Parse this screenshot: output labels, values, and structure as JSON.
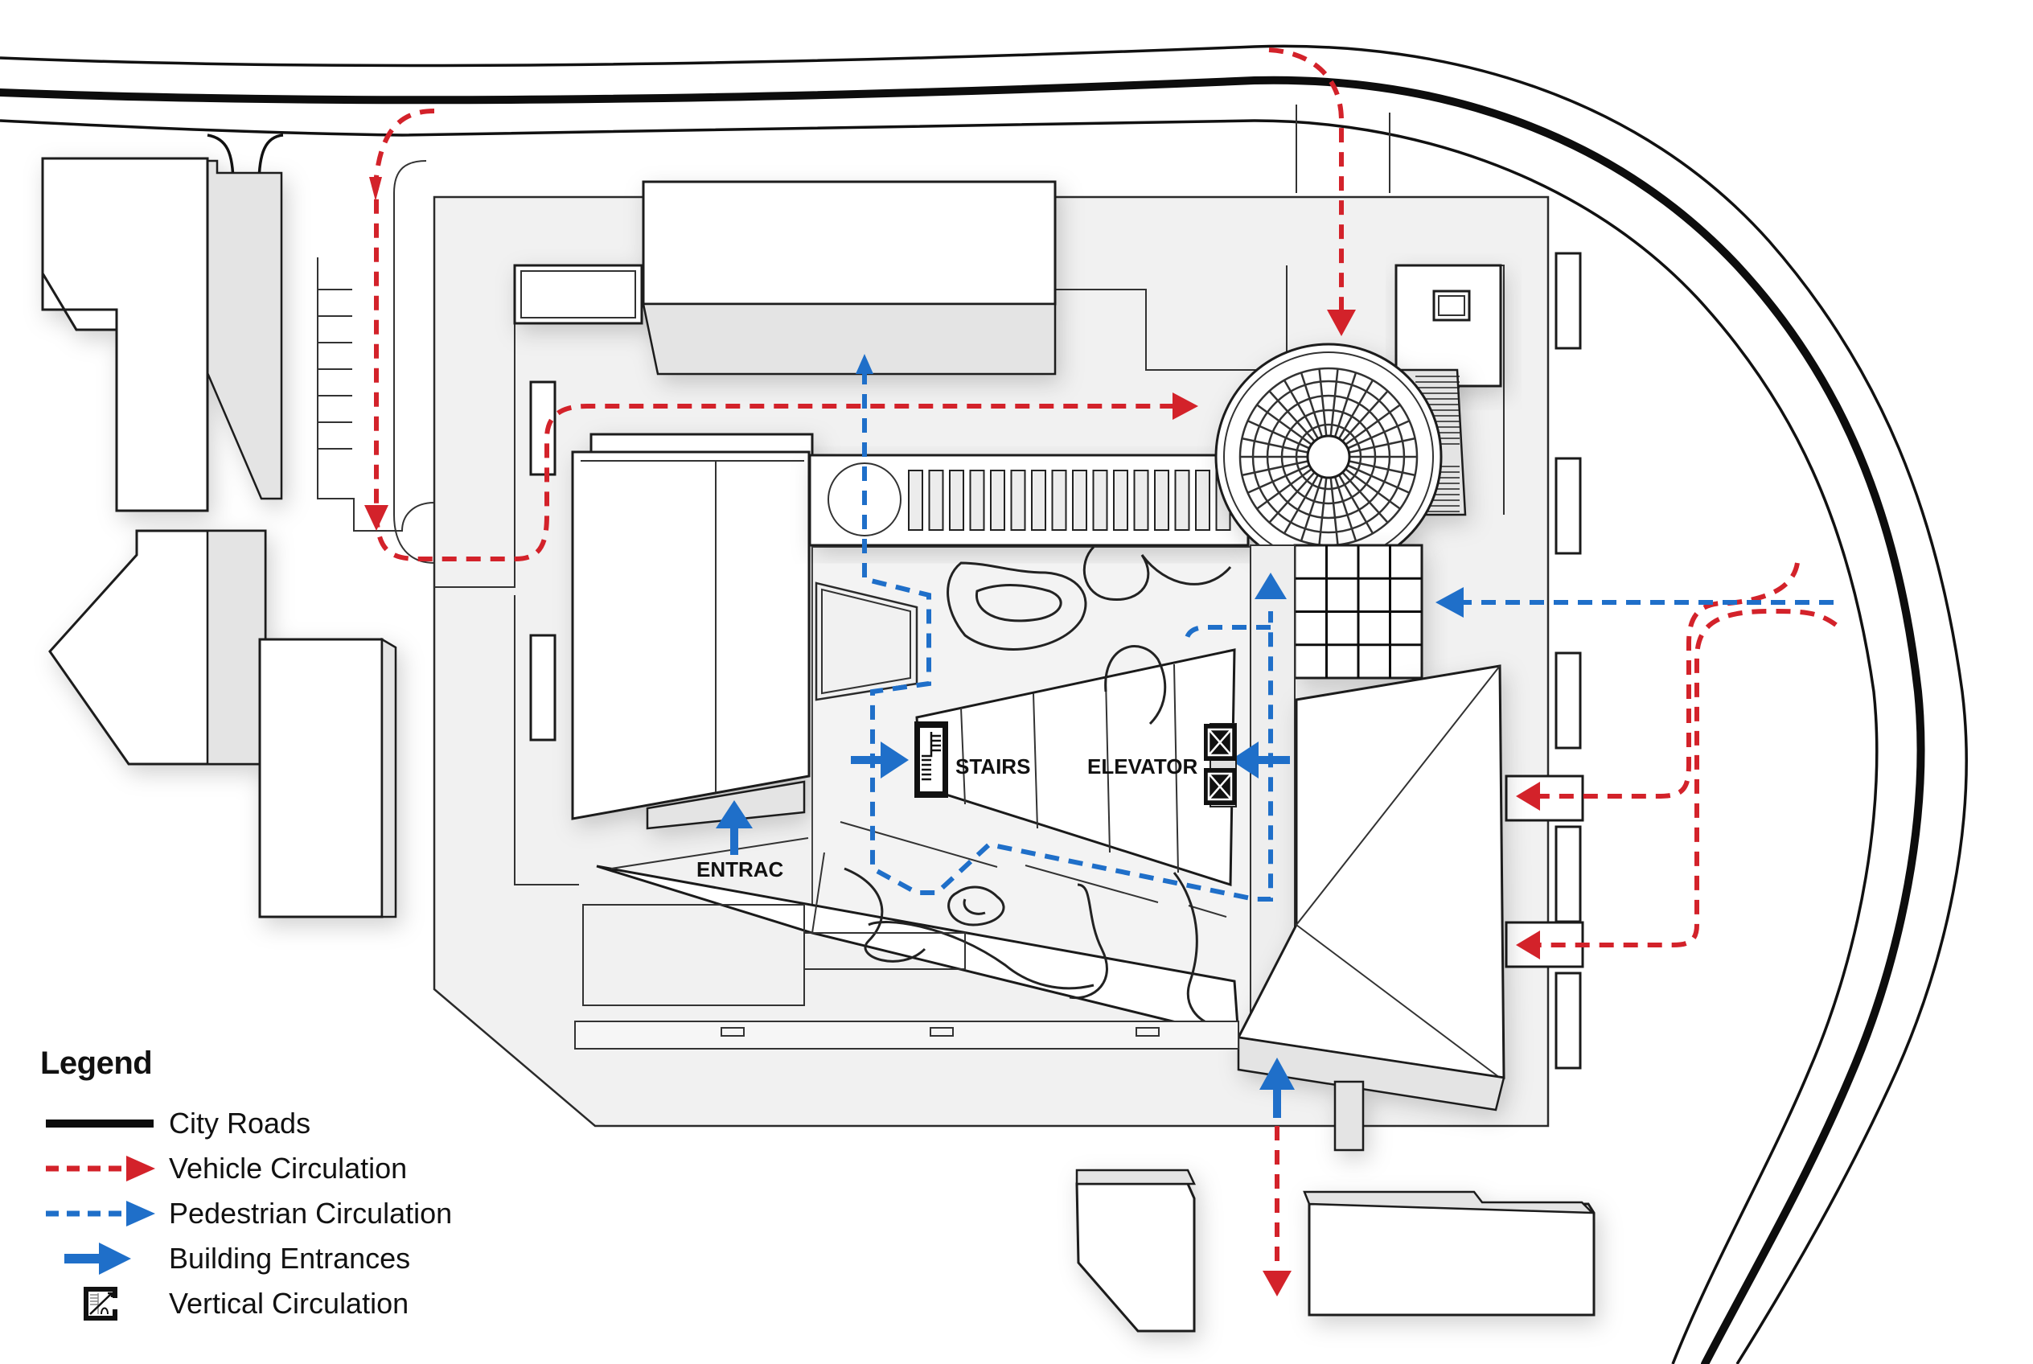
{
  "diagram": {
    "type": "site-circulation-plan",
    "labels": {
      "stairs": "STAIRS",
      "elevator": "ELEVATOR",
      "entrance": "ENTRAC"
    },
    "colors": {
      "vehicle": "#d3222a",
      "pedestrian": "#1f6fc9",
      "road": "#0d0d0d",
      "building_fill": "#ffffff",
      "outline": "#1a1a1a"
    },
    "elements": [
      {
        "id": "city-road",
        "kind": "road",
        "description": "Curved city road wrapping north and east of site"
      },
      {
        "id": "central-building",
        "kind": "building",
        "description": "Triangular courtyard complex with stairs and elevator core"
      },
      {
        "id": "rotunda",
        "kind": "structure",
        "description": "Circular domed structure with radial lattice"
      },
      {
        "id": "grid-block",
        "kind": "structure",
        "description": "4x4 grid paving block east of courtyard"
      },
      {
        "id": "wedge-building",
        "kind": "building",
        "description": "Angular wedge building southeast"
      },
      {
        "id": "neighbor-buildings",
        "kind": "building",
        "description": "Surrounding context massing blocks"
      }
    ],
    "routes": {
      "vehicle": [
        "North road entry west lane down to parking drive",
        "North drive east to rotunda",
        "North road entry east lane down to rotunda",
        "East road split to two east drop-offs",
        "South exit from south entrance"
      ],
      "pedestrian": [
        "East road crosswalk to grid block",
        "Courtyard loop to stairs and elevator",
        "North pedestrian spine through circular pavilion"
      ],
      "entrances": [
        "west entrance",
        "stairs",
        "elevator",
        "north pavilion",
        "east core",
        "south entrance"
      ]
    }
  },
  "legend": {
    "title": "Legend",
    "items": [
      {
        "symbol": "city-roads-line",
        "label": "City Roads"
      },
      {
        "symbol": "vehicle-dashed-arrow",
        "label": "Vehicle Circulation"
      },
      {
        "symbol": "pedestrian-dashed-arrow",
        "label": "Pedestrian Circulation"
      },
      {
        "symbol": "building-entrance-arrow",
        "label": "Building Entrances"
      },
      {
        "symbol": "vertical-circulation-icon",
        "label": "Vertical Circulation"
      }
    ]
  }
}
